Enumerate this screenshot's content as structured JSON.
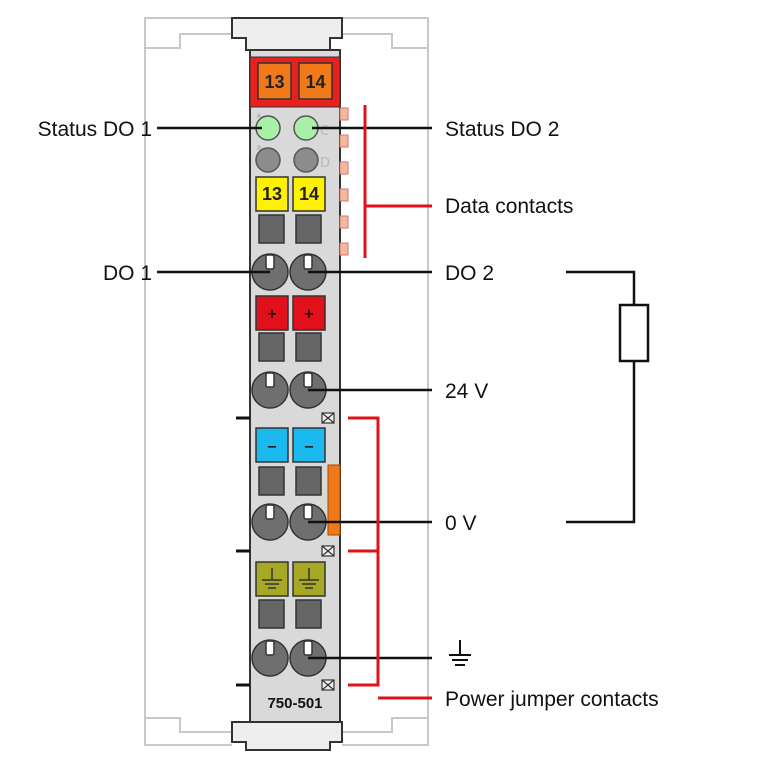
{
  "labels": {
    "status_do1": "Status DO 1",
    "status_do2": "Status DO 2",
    "data_contacts": "Data contacts",
    "do1": "DO 1",
    "do2": "DO 2",
    "v24": "24 V",
    "v0": "0 V",
    "power_jumper": "Power jumper contacts"
  },
  "module": {
    "model": "750-501",
    "top_terminals": [
      "13",
      "14"
    ],
    "yellow_terminals": [
      "13",
      "14"
    ],
    "plus_sign": "+",
    "minus_sign": "−",
    "led_letters": [
      "A",
      "B",
      "C",
      "D"
    ]
  },
  "colors": {
    "orange": "#f07a1a",
    "red_header": "#e8201e",
    "yellow": "#fff200",
    "red_terminal": "#e2101a",
    "blue": "#1cb9ee",
    "olive": "#a7a823",
    "led_green": "#a8f0a8",
    "body_gray": "#d9d9d9",
    "red_line": "#e2101a"
  }
}
